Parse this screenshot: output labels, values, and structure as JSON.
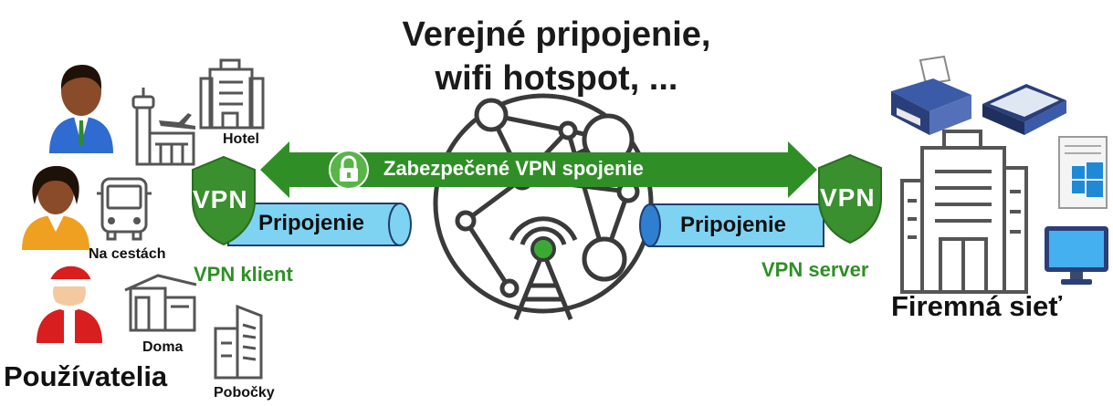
{
  "title_line1": "Verejné pripojenie,",
  "title_line2": "wifi hotspot, ...",
  "tunnel_label": "Zabezpečené VPN spojenie",
  "client": {
    "shield_text": "VPN",
    "tube_label": "Pripojenie",
    "label": "VPN klient"
  },
  "server": {
    "shield_text": "VPN",
    "tube_label": "Pripojenie",
    "label": "VPN server"
  },
  "places": {
    "hotel": "Hotel",
    "travel": "Na cestách",
    "home": "Doma",
    "branches": "Pobočky"
  },
  "users_label": "Používatelia",
  "company_label": "Firemná sieť",
  "colors": {
    "tunnel_green": "#2f8f26",
    "shield_green": "#3a8f2e",
    "tube_blue": "#7fd3f2",
    "line_gray": "#3a3a3a"
  },
  "icons": [
    "user-icon",
    "airport-icon",
    "hotel-icon",
    "bus-icon",
    "house-icon",
    "office-building-icon",
    "lock-icon",
    "network-globe-icon",
    "antenna-icon",
    "printer-icon",
    "scanner-icon",
    "server-icon",
    "monitor-icon",
    "company-building-icon"
  ]
}
